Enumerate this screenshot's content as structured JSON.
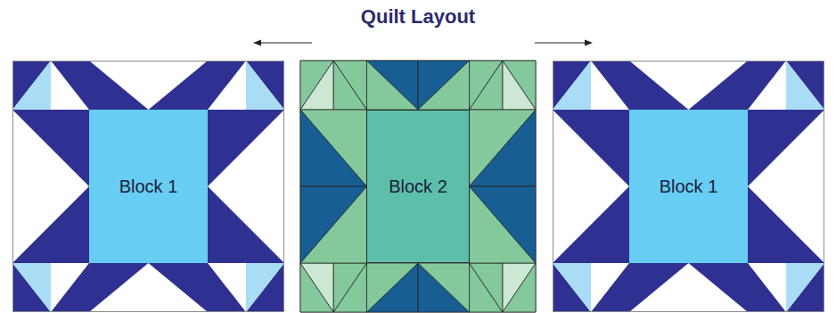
{
  "diagram": {
    "title": "Quilt Layout",
    "nodes": [
      {
        "text": [
          "Block 1"
        ]
      },
      {
        "text": [
          "Block 2"
        ]
      },
      {
        "text": [
          "Block 1"
        ]
      }
    ]
  }
}
